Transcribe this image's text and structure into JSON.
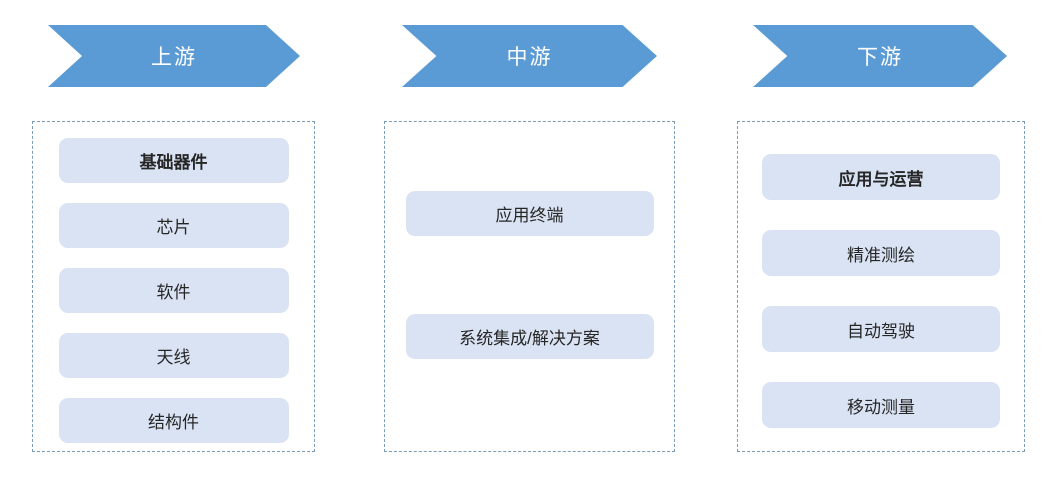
{
  "diagram": {
    "columns": [
      {
        "header": "上游",
        "items": [
          {
            "label": "基础器件",
            "bold": true
          },
          {
            "label": "芯片",
            "bold": false
          },
          {
            "label": "软件",
            "bold": false
          },
          {
            "label": "天线",
            "bold": false
          },
          {
            "label": "结构件",
            "bold": false
          }
        ]
      },
      {
        "header": "中游",
        "items": [
          {
            "label": "应用终端",
            "bold": false
          },
          {
            "label": "系统集成/解决方案",
            "bold": false
          }
        ]
      },
      {
        "header": "下游",
        "items": [
          {
            "label": "应用与运营",
            "bold": true
          },
          {
            "label": "精准测绘",
            "bold": false
          },
          {
            "label": "自动驾驶",
            "bold": false
          },
          {
            "label": "移动测量",
            "bold": false
          }
        ]
      }
    ],
    "colors": {
      "arrow_fill": "#5B9BD5",
      "arrow_text": "#FFFFFF",
      "item_fill": "#DAE3F3",
      "item_text": "#262626",
      "dashed_border": "#7A9CB8",
      "background": "#FFFFFF"
    }
  }
}
